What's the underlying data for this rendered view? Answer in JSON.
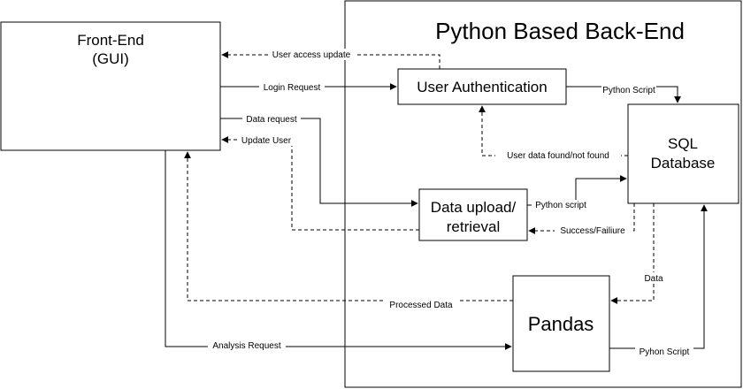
{
  "nodes": {
    "frontend": {
      "line1": "Front-End",
      "line2": "(GUI)"
    },
    "backend": {
      "title": "Python Based Back-End"
    },
    "auth": {
      "label": "User Authentication"
    },
    "sql": {
      "line1": "SQL",
      "line2": "Database"
    },
    "data_upload": {
      "line1": "Data upload/",
      "line2": "retrieval"
    },
    "pandas": {
      "label": "Pandas"
    }
  },
  "edges": {
    "user_access_update": "User access update",
    "login_request": "Login Request",
    "python_script_auth": "Python Script",
    "data_request": "Data request",
    "update_user": "Update User",
    "user_data_found": "User data found/not found",
    "python_script_upload": "Python script",
    "success_failure": "Success/Failiure",
    "data": "Data",
    "processed_data": "Processed Data",
    "analysis_request": "Analysis Request",
    "pyhon_script": "Pyhon Script"
  }
}
